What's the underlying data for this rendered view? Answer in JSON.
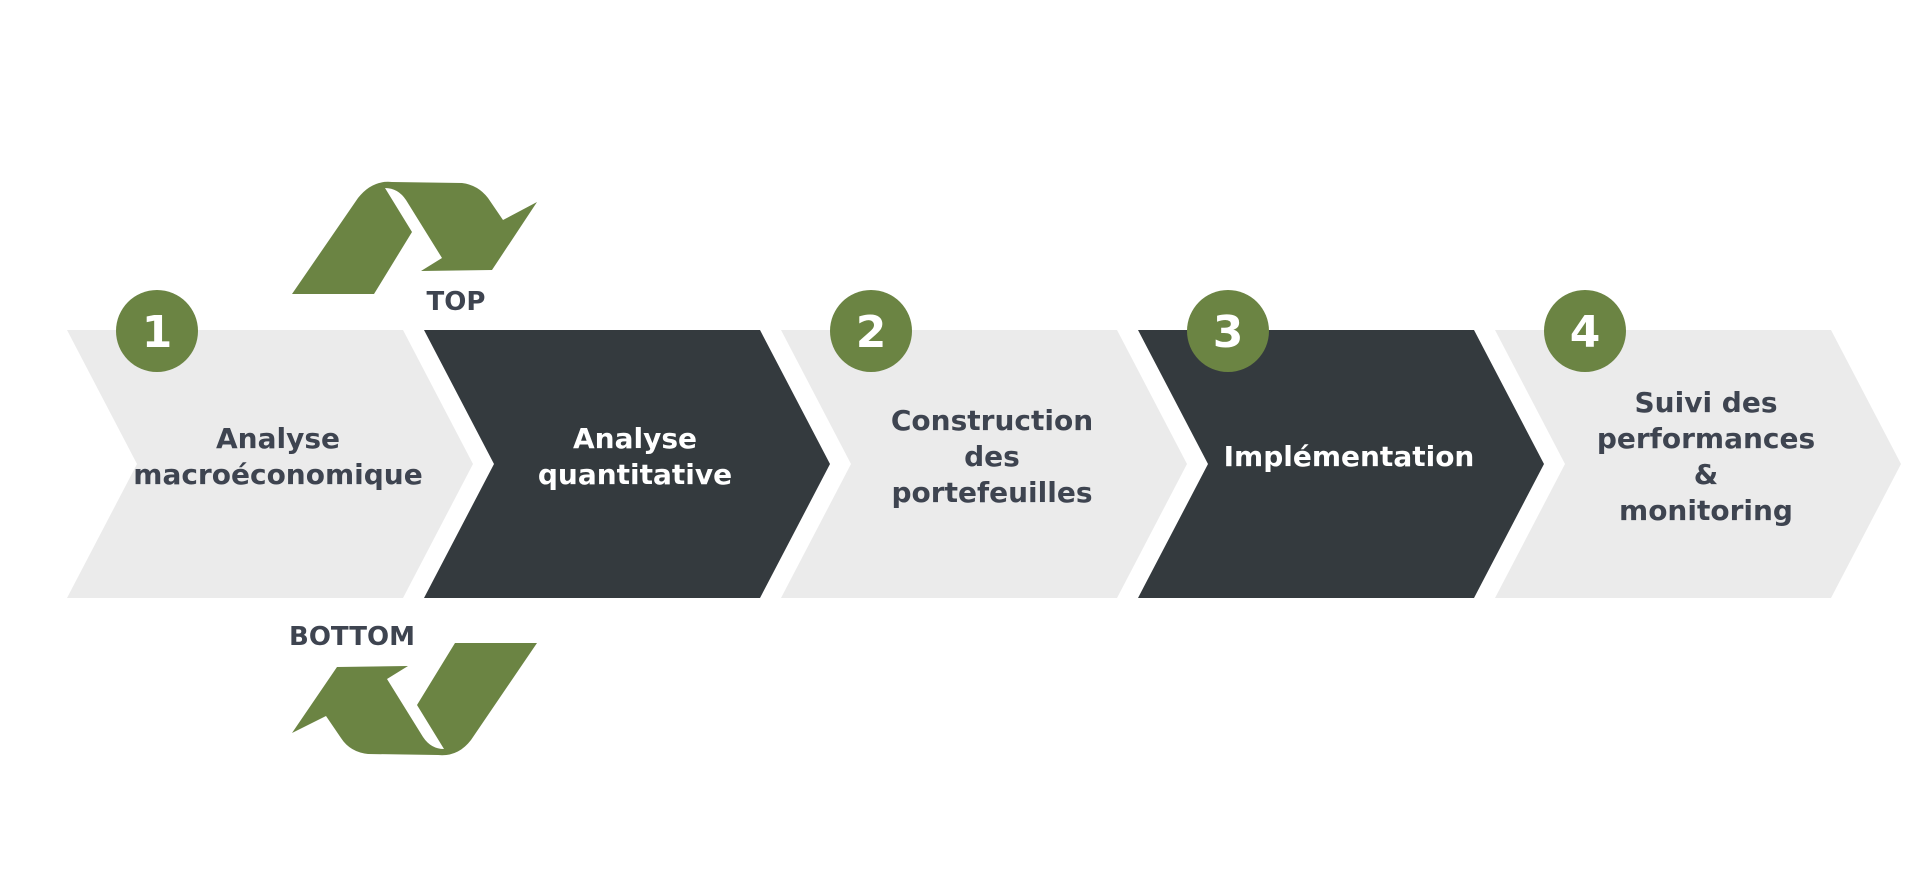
{
  "colors": {
    "light_chevron": "#ebebeb",
    "dark_chevron": "#343a3e",
    "green": "#6b8443",
    "text_dark": "#3e4450",
    "text_light": "#ffffff"
  },
  "icons": {
    "top_arrow": "top-curved-arrow-icon",
    "bottom_arrow": "bottom-curved-arrow-icon"
  },
  "flow": {
    "top_label": "TOP",
    "bottom_label": "BOTTOM"
  },
  "steps": [
    {
      "number": "1",
      "lines": [
        "Analyse",
        "macroéconomique"
      ],
      "style": "light"
    },
    {
      "number": "",
      "lines": [
        "Analyse",
        "quantitative"
      ],
      "style": "dark"
    },
    {
      "number": "2",
      "lines": [
        "Construction",
        "des",
        "portefeuilles"
      ],
      "style": "light"
    },
    {
      "number": "3",
      "lines": [
        "Implémentation"
      ],
      "style": "dark"
    },
    {
      "number": "4",
      "lines": [
        "Suivi des",
        "performances",
        "&",
        "monitoring"
      ],
      "style": "light"
    }
  ]
}
